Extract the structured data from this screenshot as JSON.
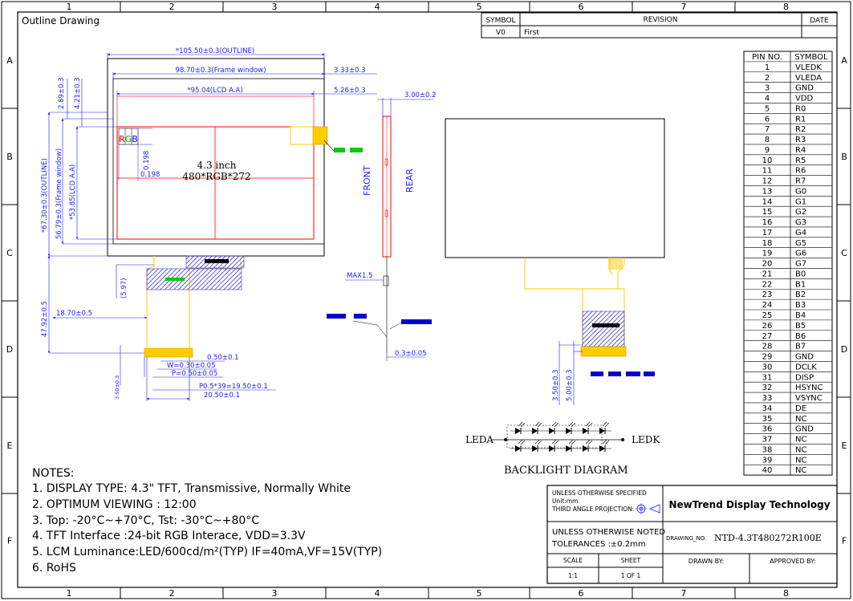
{
  "title": "Outline Drawing",
  "border": {
    "columns": [
      "1",
      "2",
      "3",
      "4",
      "5",
      "6",
      "7",
      "8"
    ],
    "rows": [
      "A",
      "B",
      "C",
      "D",
      "E",
      "F"
    ]
  },
  "revision": {
    "headers": [
      "SYMBOL",
      "REVISION",
      "DATE"
    ],
    "rows": [
      {
        "symbol": "V0",
        "revision": "First",
        "date": ""
      }
    ]
  },
  "pins": {
    "headers": [
      "PIN NO.",
      "SYMBOL"
    ],
    "rows": [
      [
        "1",
        "VLEDK"
      ],
      [
        "2",
        "VLEDA"
      ],
      [
        "3",
        "GND"
      ],
      [
        "4",
        "VDD"
      ],
      [
        "5",
        "R0"
      ],
      [
        "6",
        "R1"
      ],
      [
        "7",
        "R2"
      ],
      [
        "8",
        "R3"
      ],
      [
        "9",
        "R4"
      ],
      [
        "10",
        "R5"
      ],
      [
        "11",
        "R6"
      ],
      [
        "12",
        "R7"
      ],
      [
        "13",
        "G0"
      ],
      [
        "14",
        "G1"
      ],
      [
        "15",
        "G2"
      ],
      [
        "16",
        "G3"
      ],
      [
        "17",
        "G4"
      ],
      [
        "18",
        "G5"
      ],
      [
        "19",
        "G6"
      ],
      [
        "20",
        "G7"
      ],
      [
        "21",
        "B0"
      ],
      [
        "22",
        "B1"
      ],
      [
        "23",
        "B2"
      ],
      [
        "24",
        "B3"
      ],
      [
        "25",
        "B4"
      ],
      [
        "26",
        "B5"
      ],
      [
        "27",
        "B6"
      ],
      [
        "28",
        "B7"
      ],
      [
        "29",
        "GND"
      ],
      [
        "30",
        "DCLK"
      ],
      [
        "31",
        "DISP"
      ],
      [
        "32",
        "HSYNC"
      ],
      [
        "33",
        "VSYNC"
      ],
      [
        "34",
        "DE"
      ],
      [
        "35",
        "NC"
      ],
      [
        "36",
        "GND"
      ],
      [
        "37",
        "NC"
      ],
      [
        "38",
        "NC"
      ],
      [
        "39",
        "NC"
      ],
      [
        "40",
        "NC"
      ]
    ]
  },
  "dimensions": {
    "outline_w": "*105.50±0.3(OUTLINE)",
    "frame_w": "98.70±0.3(Frame window)",
    "lcd_aa_w": "*95.04(LCD A.A)",
    "right_333": "3.33±0.3",
    "right_526": "5.26±0.3",
    "thickness": "3.00±0.2",
    "top_289": "2.89±0.3",
    "top_421": "4.21±0.3",
    "outline_h": "*67.30±0.3(OUTLINE)",
    "frame_h": "56.79±0.3(Frame window)",
    "lcd_aa_h": "*53.85(LCD A.A)",
    "pixel_198_v": "0.198",
    "pixel_198_h": "0.198",
    "fpc_597": "(5.97)",
    "fpc_1870": "18.70±0.5",
    "fpc_4792": "47.92±0.5",
    "pin_050": "0.50±0.1",
    "pin_w": "W=0.30±0.05",
    "pin_p": "P=0.50±0.05",
    "pin_span": "P0.5*39=19.50±0.1",
    "fpc_width": "20.50±0.1",
    "tail_350": "3.50±0.3",
    "max15": "MAX1.5",
    "fpc_thick": "0.3±0.05",
    "rear_350": "3.50±0.3",
    "rear_500": "5.00±0.3"
  },
  "panel": {
    "rgb": [
      "R",
      "G",
      "B"
    ],
    "size": "4.3 inch",
    "resolution": "480*RGB*272"
  },
  "side_view": {
    "front": "FRONT",
    "rear": "REAR"
  },
  "backlight": {
    "title": "BACKLIGHT DIAGRAM",
    "leda": "LEDA",
    "ledk": "LEDK"
  },
  "notes": {
    "heading": "NOTES:",
    "items": [
      "1. DISPLAY TYPE: 4.3\" TFT, Transmissive, Normally White",
      "2. OPTIMUM VIEWING : 12:00",
      "3. Top: -20°C~+70°C, Tst: -30°C~+80°C",
      "4. TFT Interface :24-bit RGB Interace, VDD=3.3V",
      "5. LCM Luminance:LED/600cd/m²(TYP)   IF=40mA,VF=15V(TYP)",
      "6. RoHS"
    ]
  },
  "title_block": {
    "spec_line1": "UNLESS OTHERWISE SPECIFIED",
    "spec_line2": "Unit:mm",
    "spec_line3": "THIRD ANGLE PROJECTION:",
    "company": "NewTrend Display Technology",
    "tol_line1": "UNLESS OTHERWISE NOTED",
    "tol_line2": "TOLERANCES :±0.2mm",
    "drawing_no_label": "DRAWING_NO.",
    "drawing_no": "NTD-4.3T480272R100E",
    "scale_label": "SCALE",
    "scale": "1:1",
    "sheet_label": "SHEET",
    "sheet": "1 OF 1",
    "drawn_by": "DRAWN BY:",
    "approved_by": "APPROVED BY:"
  },
  "colors": {
    "dimension": "#1a1aff",
    "panel_outline": "#ff0000",
    "fpc": "#ffcc00",
    "connector": "#3333cc",
    "marker": "#0000cc",
    "marker_green": "#00cc00"
  }
}
